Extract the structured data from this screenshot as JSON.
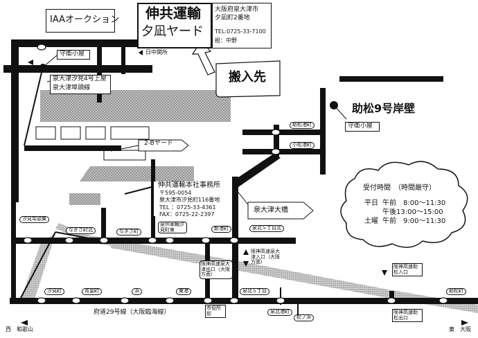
{
  "header": {
    "auction_label": "IAAオークション",
    "company_name": "伸共運輸",
    "yard_name": "夕凪ヤード",
    "yard_address_line1": "大阪府泉大津市",
    "yard_address_line2": "夕凪町2番地",
    "yard_tel": "TEL:0725-33-7100",
    "yard_contact": "担：中野",
    "delivery_destination": "搬入先"
  },
  "landmarks": {
    "guardhouse_small": "守衛小屋",
    "nakasekisho": "日中関所",
    "berth_label": "助松9号岸壁",
    "guardhouse_berth": "守衛小屋",
    "shiomi_line1": "泉大津汐見4号上屋",
    "shiomi_line2": "泉大津埠頭線",
    "yard_2b": "2-Bヤード",
    "bridge": "泉大津大橋"
  },
  "head_office": {
    "name": "伸共運輸本社事務所",
    "postal": "〒595-0054",
    "address1": "泉大津市汐見町116番地",
    "tel": "TEL ：0725-33-4361",
    "fax": "FAX：0725-22-2397"
  },
  "hours": {
    "title": "受付時間　（時間厳守）",
    "weekday_label": "平日",
    "weekday_am": "午前　8:00～11:30",
    "weekday_pm": "午後13:00～15:00",
    "saturday_label": "土曜",
    "saturday_am": "午前　9:00～11:30"
  },
  "intersections": {
    "shiomi_sakura": "汐見埠頭東",
    "nagisa_north": "なぎさ町北",
    "nagisa": "なぎさ町",
    "senshu_depot": "泉州車輌汐見町東",
    "shinkocho": "新港町",
    "sembokucho": "泉北５丁目北",
    "hanshin_north": "阪神高速泉大津入口（大阪方面）",
    "hanshin_in_left": "阪神高速泉大津出口（大阪方面）",
    "shiomicho": "汐見町",
    "aoyamacho": "青葉町",
    "hama": "浜",
    "higashi": "東港",
    "city_hall": "市役所前",
    "sembokucho5": "泉北５丁目",
    "sembokukei": "泉北港町",
    "matsunohama": "松ノ浜",
    "hanshin_entrance_right": "阪神高速助松入口",
    "hanshin_exit_right": "阪神高速助松出口",
    "sukematsu": "助松町",
    "sukematsu_dori": "助松港町",
    "komatsu": "小松港町"
  },
  "roads": {
    "route29": "府道29号線（大阪臨海線）",
    "west": "西　和歌山",
    "east": "東　大阪"
  }
}
